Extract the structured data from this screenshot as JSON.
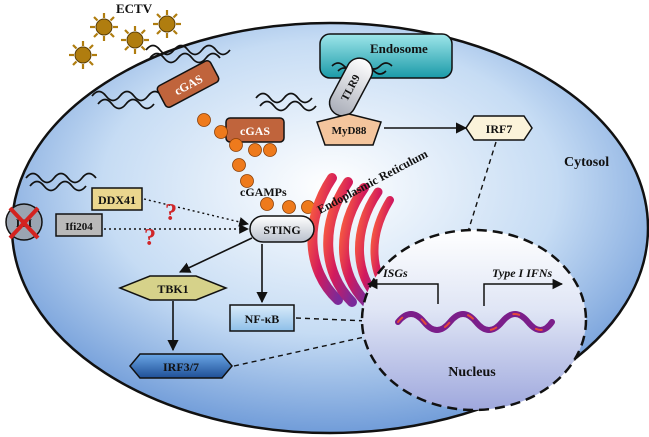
{
  "virus": {
    "label": "ECTV"
  },
  "compartments": {
    "cytosol": "Cytosol",
    "endosome": "Endosome",
    "er": "Endoplasmic Reticulum",
    "nucleus": "Nucleus"
  },
  "proteins": {
    "cgas_1": "cGAS",
    "cgas_2": "cGAS",
    "tlr9": "TLR9",
    "myd88": "MyD88",
    "irf7": "IRF7",
    "ddx41": "DDX41",
    "ifi204": "Ifi204",
    "ifi_blocked": "IFI",
    "sting": "STING",
    "tbk1": "TBK1",
    "nfkb": "NF-κB",
    "irf37": "IRF3/7"
  },
  "labels": {
    "cgamps": "cGAMPs",
    "unknown_1": "?",
    "unknown_2": "?",
    "isgs": "ISGs",
    "type1_ifns": "Type I IFNs"
  },
  "colors": {
    "cell_fill": "#5f8fd3",
    "cell_stroke": "#111111",
    "cgas_fill": "#c0643c",
    "orange_ball": "#ee7a1c",
    "endosome_fill": "#1fb0b8",
    "sting_fill": "#e4e7ec",
    "tbk1_fill": "#d6d28a",
    "irf37_fill": "#2f6db3",
    "ddx41_fill": "#ead68e",
    "ifi204_fill": "#b9b9b9",
    "myd88_fill": "#f4c59d",
    "irf7_fill": "#fbf3da",
    "virus_fill": "#b07d0f",
    "block_red": "#d4221f",
    "question_red": "#d0262a"
  }
}
